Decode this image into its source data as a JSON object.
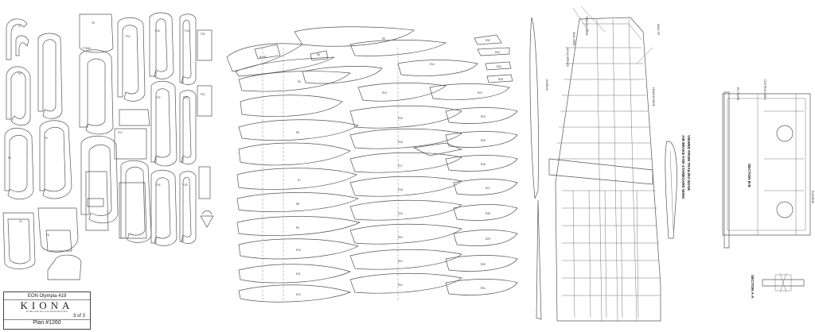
{
  "title_block": {
    "model": "EON Olympia 419",
    "publisher_logo": "KIONA",
    "publisher_sub": "PUBLISHING INCORPORATED",
    "sheet": "3 of 3",
    "plan_number": "Plan #1260"
  },
  "rib_labels": {
    "left_group": [
      "F1",
      "F2",
      "F3",
      "F4",
      "F5",
      "F6",
      "F7",
      "F8",
      "F9",
      "F10",
      "F11",
      "F12",
      "F13",
      "F14",
      "F15",
      "F16",
      "F17",
      "F18",
      "F19",
      "F20",
      "F21",
      "F22",
      "F23",
      "F24",
      "F25"
    ],
    "middle_group": [
      "R1",
      "R2",
      "R3",
      "R4",
      "R5",
      "R6",
      "R7",
      "R8",
      "R9",
      "R10",
      "R11",
      "R12",
      "R13",
      "R14",
      "R15",
      "R16",
      "R17",
      "R18",
      "R19",
      "R20",
      "R21",
      "R22",
      "R23",
      "R24",
      "R25",
      "R26",
      "R27",
      "R28",
      "R29",
      "R30",
      "R31",
      "R32",
      "R33",
      "R34",
      "R35",
      "R36",
      "R37",
      "R38",
      "R39",
      "R40",
      "R41",
      "R42",
      "R43",
      "R44",
      "R45"
    ]
  },
  "annotations": {
    "air_brake_title_1": "AIR BRAKE FOR STARBOARD WING",
    "air_brake_title_2": "VIEWED FROM TRAILING EDGE",
    "section_b": "SECTION B-B",
    "section_a": "SECTION A-A"
  }
}
